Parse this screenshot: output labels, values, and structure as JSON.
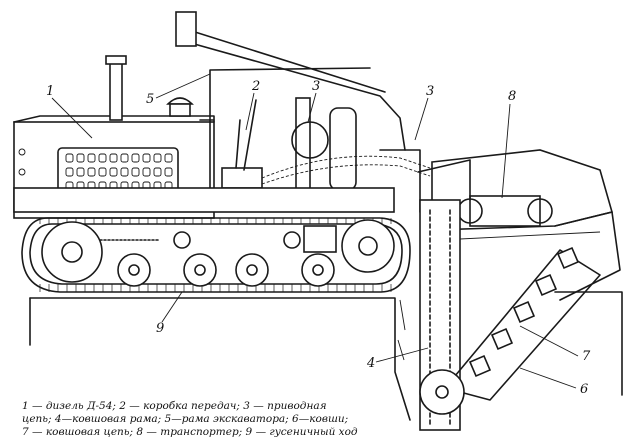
{
  "callouts": {
    "c1": "1",
    "c2": "2",
    "c3a": "3",
    "c3b": "3",
    "c4": "4",
    "c5": "5",
    "c6": "6",
    "c7": "7",
    "c8": "8",
    "c9": "9"
  },
  "caption": {
    "line1": "1 — дизель Д-54; 2 — коробка передач; 3 — приводная",
    "line2": "цепь; 4—ковшовая рама; 5—рама экскаватора; 6—ковши;",
    "line3": "7 — ковшовая цепь; 8 — транспортер; 9 — гусеничный ход"
  }
}
